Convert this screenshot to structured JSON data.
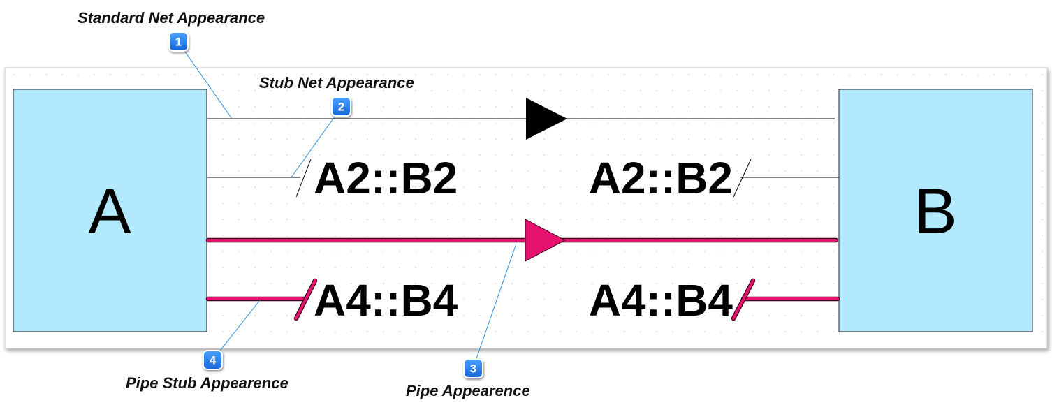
{
  "colors": {
    "block_fill": "#b3e9fc",
    "block_stroke": "#222222",
    "pipe": "#e5136f",
    "pipe_outline": "#3a0018",
    "net": "#000000",
    "leader": "#2f8fe0",
    "badge_fill": "#1f7ae0",
    "grid_dot": "#c8c8c8"
  },
  "blocks": {
    "a": {
      "label": "A"
    },
    "b": {
      "label": "B"
    }
  },
  "nets": {
    "stub_left_label": "A2::B2",
    "stub_right_label": "A2::B2",
    "pipe_stub_left_label": "A4::B4",
    "pipe_stub_right_label": "A4::B4"
  },
  "callouts": [
    {
      "number": "1",
      "label": "Standard Net Appearance"
    },
    {
      "number": "2",
      "label": "Stub Net Appearance"
    },
    {
      "number": "3",
      "label": "Pipe Appearence"
    },
    {
      "number": "4",
      "label": "Pipe Stub Appearence"
    }
  ]
}
